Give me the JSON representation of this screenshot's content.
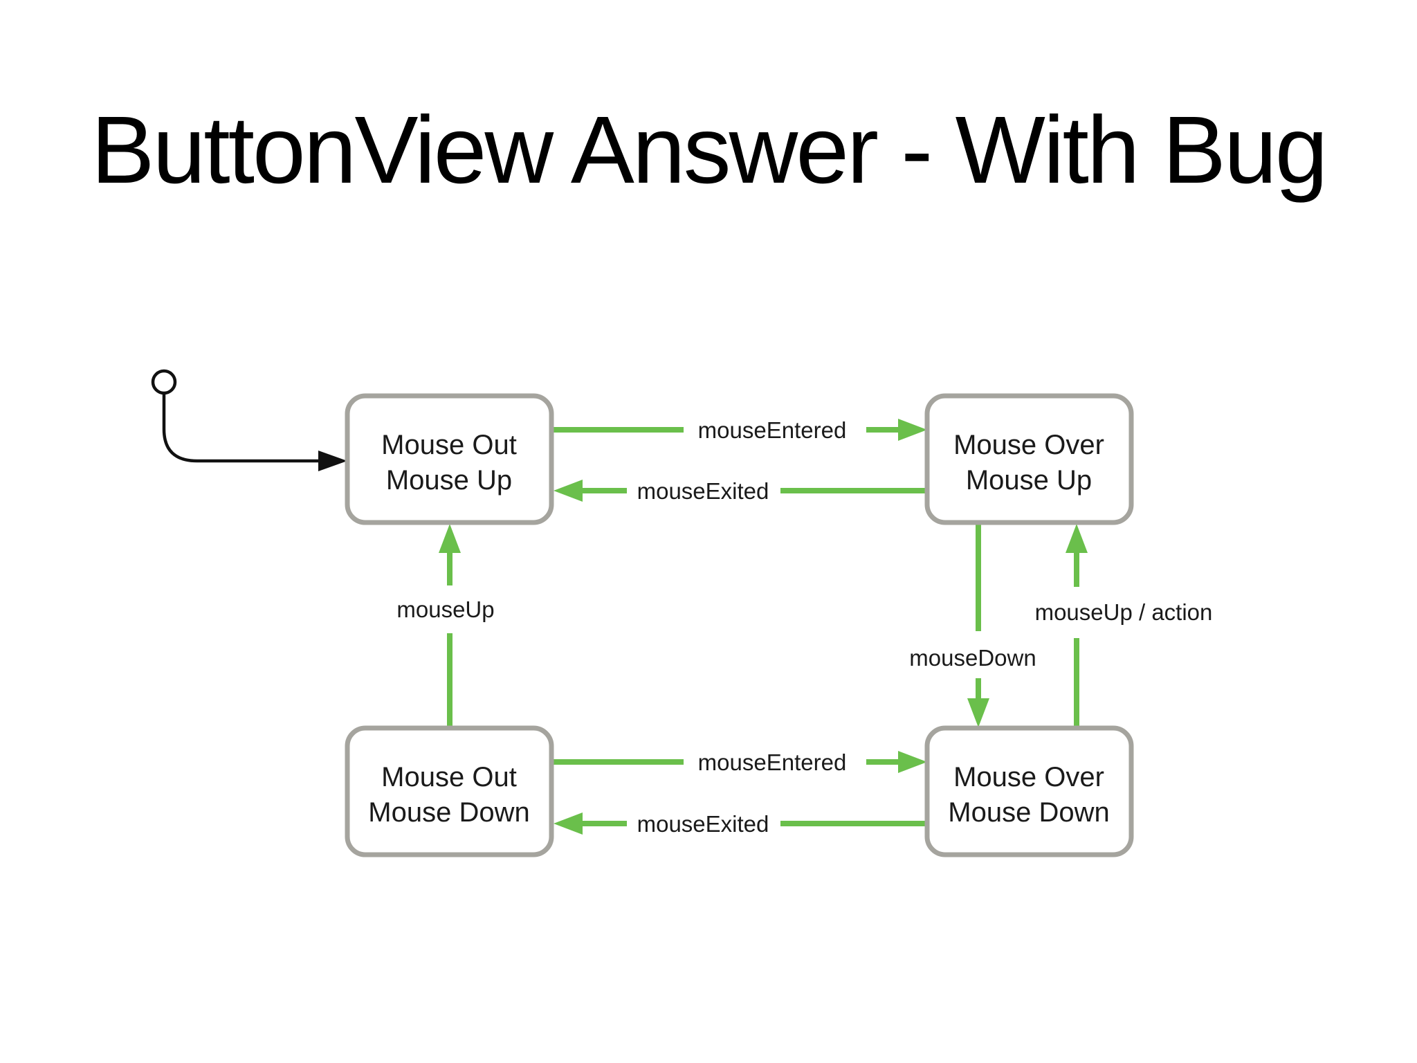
{
  "title": "ButtonView Answer - With Bug",
  "colors": {
    "background": "#ffffff",
    "arrow_green": "#6abf4b",
    "state_border": "#a5a49e",
    "text": "#1a1a1a"
  },
  "states": [
    {
      "id": "mouse-out-mouse-up",
      "line1": "Mouse Out",
      "line2": "Mouse Up"
    },
    {
      "id": "mouse-over-mouse-up",
      "line1": "Mouse Over",
      "line2": "Mouse Up"
    },
    {
      "id": "mouse-out-mouse-down",
      "line1": "Mouse Out",
      "line2": "Mouse Down"
    },
    {
      "id": "mouse-over-mouse-down",
      "line1": "Mouse Over",
      "line2": "Mouse Down"
    }
  ],
  "transitions": {
    "top_mouse_entered": "mouseEntered",
    "top_mouse_exited": "mouseExited",
    "left_mouse_up": "mouseUp",
    "middle_mouse_down": "mouseDown",
    "right_mouse_up_action": "mouseUp / action",
    "bottom_mouse_entered": "mouseEntered",
    "bottom_mouse_exited": "mouseExited"
  }
}
